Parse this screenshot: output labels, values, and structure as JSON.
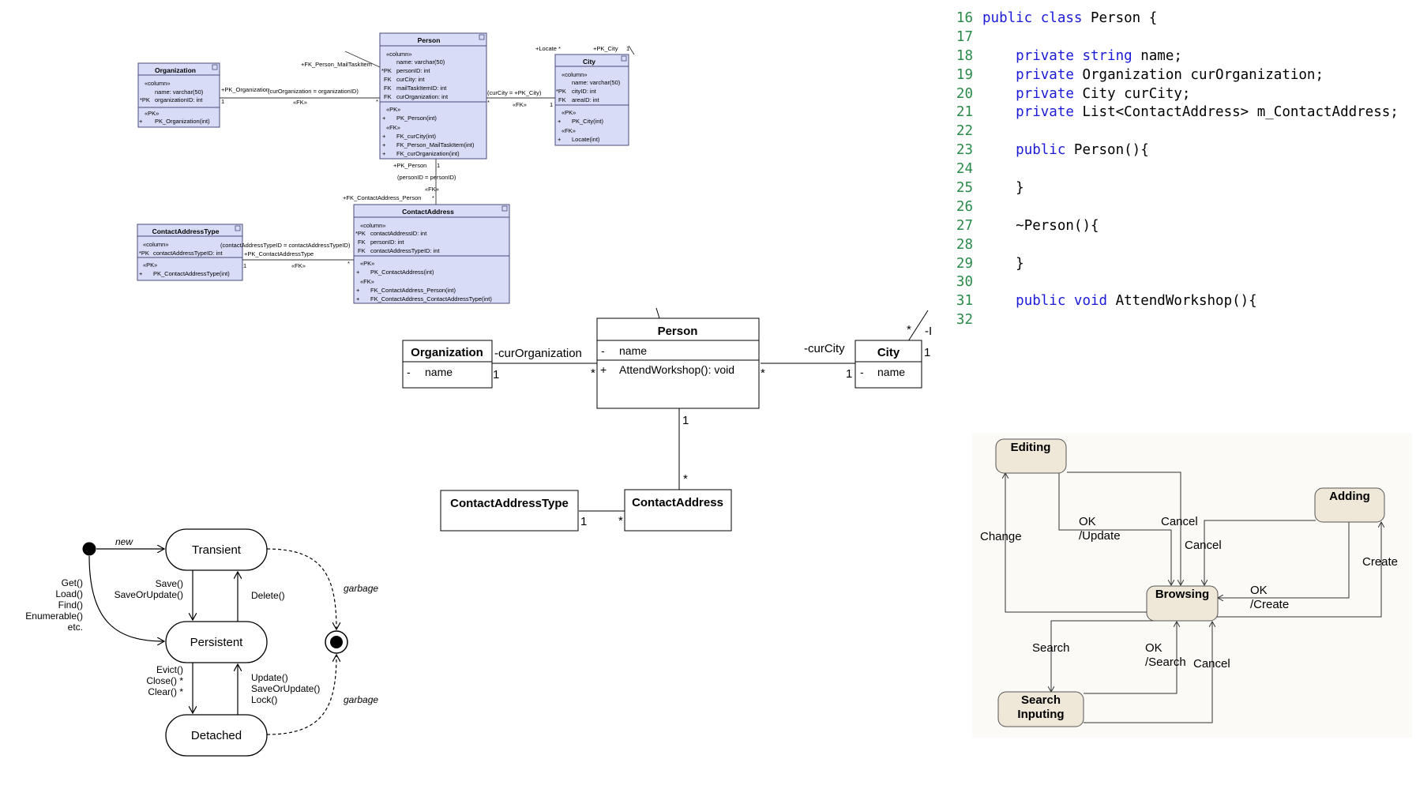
{
  "er_diagram": {
    "tables": [
      {
        "name": "Organization",
        "column_header": "«column»",
        "columns": [
          "name: varchar(50)",
          "organizationID: int"
        ],
        "column_prefixes": [
          "",
          "*PK"
        ],
        "pk_header": "«PK»",
        "pk_ops": [
          "PK_Organization(int)"
        ],
        "fk_header": "",
        "fk_ops": []
      },
      {
        "name": "Person",
        "column_header": "«column»",
        "columns": [
          "name: varchar(50)",
          "personID: int",
          "curCity: int",
          "mailTaskItemID: int",
          "curOrganization: int"
        ],
        "column_prefixes": [
          "",
          "*PK",
          "FK",
          "FK",
          "FK"
        ],
        "pk_header": "«PK»",
        "pk_ops": [
          "PK_Person(int)"
        ],
        "fk_header": "«FK»",
        "fk_ops": [
          "FK_curCity(int)",
          "FK_Person_MailTaskItem(int)",
          "FK_curOrganization(int)"
        ]
      },
      {
        "name": "City",
        "column_header": "«column»",
        "columns": [
          "name: varchar(50)",
          "cityID: int",
          "areaID: int"
        ],
        "column_prefixes": [
          "",
          "*PK",
          "FK"
        ],
        "pk_header": "«PK»",
        "pk_ops": [
          "PK_City(int)"
        ],
        "fk_header": "«FK»",
        "fk_ops": [
          "Locate(int)"
        ]
      },
      {
        "name": "ContactAddressType",
        "column_header": "«column»",
        "columns": [
          "contactAddressTypeID: int"
        ],
        "column_prefixes": [
          "*PK"
        ],
        "pk_header": "«PK»",
        "pk_ops": [
          "PK_ContactAddressType(int)"
        ],
        "fk_header": "",
        "fk_ops": []
      },
      {
        "name": "ContactAddress",
        "column_header": "«column»",
        "columns": [
          "contactAddressID: int",
          "personID: int",
          "contactAddressTypeID: int"
        ],
        "column_prefixes": [
          "*PK",
          "FK",
          "FK"
        ],
        "pk_header": "«PK»",
        "pk_ops": [
          "PK_ContactAddress(int)"
        ],
        "fk_header": "«FK»",
        "fk_ops": [
          "FK_ContactAddress_Person(int)",
          "FK_ContactAddress_ContactAddressType(int)"
        ]
      }
    ],
    "labels": {
      "fk_person_mailtaskitem": "+FK_Person_MailTaskItem",
      "pk_organization": "+PK_Organization",
      "org_join": "(curOrganization = organizationID)",
      "fk_stereo": "«FK»",
      "locate": "+Locate *",
      "pk_city": "+PK_City",
      "pk_city_mult": "1",
      "city_join": "(curCity = +PK_City)",
      "pk_person": "+PK_Person",
      "person_join": "(personID = personID)",
      "fk_contactaddress_person": "+FK_ContactAddress_Person",
      "type_join": "(contactAddressTypeID = contactAddressTypeID)",
      "pk_contactaddresstype": "+PK_ContactAddressType",
      "one": "1",
      "many": "*"
    }
  },
  "class_diagram": {
    "classes": {
      "person": {
        "name": "Person",
        "attr": "name",
        "op": "AttendWorkshop(): void"
      },
      "organization": {
        "name": "Organization",
        "attr": "name"
      },
      "city": {
        "name": "City",
        "attr": "name"
      },
      "contact_address": {
        "name": "ContactAddress"
      },
      "contact_address_type": {
        "name": "ContactAddressType"
      }
    },
    "roles": {
      "cur_organization": "-curOrganization",
      "cur_city": "-curCity"
    },
    "multiplicities": {
      "one": "1",
      "many": "*"
    },
    "visibility": {
      "private": "-",
      "public": "+"
    }
  },
  "code": {
    "lines": [
      {
        "no": "16",
        "kw": "public class",
        "rest": " Person {",
        "indent": ""
      },
      {
        "no": "17",
        "kw": "",
        "rest": "",
        "indent": ""
      },
      {
        "no": "18",
        "kw": "private string",
        "rest": " name;",
        "indent": "    "
      },
      {
        "no": "19",
        "kw": "private",
        "rest": " Organization curOrganization;",
        "indent": "    "
      },
      {
        "no": "20",
        "kw": "private",
        "rest": " City curCity;",
        "indent": "    "
      },
      {
        "no": "21",
        "kw": "private",
        "rest": " List<ContactAddress> m_ContactAddress;",
        "indent": "    "
      },
      {
        "no": "22",
        "kw": "",
        "rest": "",
        "indent": ""
      },
      {
        "no": "23",
        "kw": "public",
        "rest": " Person(){",
        "indent": "    "
      },
      {
        "no": "24",
        "kw": "",
        "rest": "",
        "indent": ""
      },
      {
        "no": "25",
        "kw": "",
        "rest": "}",
        "indent": "    "
      },
      {
        "no": "26",
        "kw": "",
        "rest": "",
        "indent": ""
      },
      {
        "no": "27",
        "kw": "",
        "rest": "~Person(){",
        "indent": "    "
      },
      {
        "no": "28",
        "kw": "",
        "rest": "",
        "indent": ""
      },
      {
        "no": "29",
        "kw": "",
        "rest": "}",
        "indent": "    "
      },
      {
        "no": "30",
        "kw": "",
        "rest": "",
        "indent": ""
      },
      {
        "no": "31",
        "kw": "public void",
        "rest": " AttendWorkshop(){",
        "indent": "    "
      },
      {
        "no": "32",
        "kw": "",
        "rest": "",
        "indent": ""
      }
    ]
  },
  "lifecycle_diagram": {
    "states": {
      "transient": "Transient",
      "persistent": "Persistent",
      "detached": "Detached"
    },
    "transitions": {
      "new": "new",
      "get": [
        "Get()",
        "Load()",
        "Find()",
        "Enumerable()",
        "etc."
      ],
      "save": [
        "Save()",
        "SaveOrUpdate()"
      ],
      "delete": "Delete()",
      "evict": [
        "Evict()",
        "Close() *",
        "Clear() *"
      ],
      "update": [
        "Update()",
        "SaveOrUpdate()",
        "Lock()"
      ],
      "garbage": "garbage"
    }
  },
  "ui_state_diagram": {
    "states": {
      "editing": "Editing",
      "adding": "Adding",
      "browsing": "Browsing",
      "search_inputing": [
        "Search",
        "Inputing"
      ]
    },
    "transitions": {
      "change": "Change",
      "ok_update": [
        "OK",
        "/Update"
      ],
      "cancel_edit": "Cancel",
      "cancel_add": "Cancel",
      "create": "Create",
      "ok_create": [
        "OK",
        "/Create"
      ],
      "search": "Search",
      "ok_search": [
        "OK",
        "/Search"
      ],
      "cancel_search": "Cancel"
    }
  },
  "colors": {
    "er_fill": "#d8dcf6",
    "er_border": "#4a4a7a",
    "code_keyword": "#1a1ad8",
    "line_number": "#2a8a4a",
    "state_fill": "#efe7d8",
    "state_panel_bg": "#fbfaf6"
  }
}
